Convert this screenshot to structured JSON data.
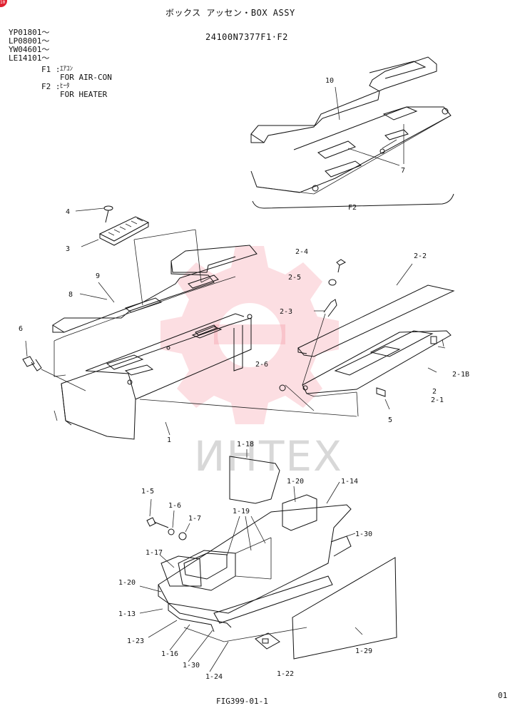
{
  "header": {
    "title": "ボックス アッセン・BOX ASSY",
    "part_number": "24100N7377F1·F2",
    "serials": [
      "YP01801～",
      "LP08001～",
      "YW04601～",
      "LE14101～"
    ],
    "legend": [
      {
        "key": "F1 :",
        "jp": "ｴｱｺﾝ",
        "en": "FOR AIR-CON"
      },
      {
        "key": "F2 :",
        "jp": "ﾋｰﾀ",
        "en": "FOR HEATER"
      }
    ]
  },
  "watermark": "ИНТЕХ",
  "corner_badge": "10",
  "callouts": {
    "c10": "10",
    "c7": "7",
    "cF2": "F2",
    "c4": "4",
    "c3": "3",
    "c9": "9",
    "c8": "8",
    "c6": "6",
    "c1": "1",
    "c2_4": "2-4",
    "c2_5": "2-5",
    "c2_3": "2-3",
    "c2_6": "2-6",
    "c2_2": "2-2",
    "c2_1B": "2-1B",
    "c2": "2",
    "c2_1": "2-1",
    "c5": "5",
    "c1_18": "1-18",
    "c1_5": "1-5",
    "c1_6": "1-6",
    "c1_7": "1-7",
    "c1_20a": "1-20",
    "c1_14": "1-14",
    "c1_19": "1-19",
    "c1_30a": "1-30",
    "c1_17": "1-17",
    "c1_20b": "1-20",
    "c1_13": "1-13",
    "c1_23": "1-23",
    "c1_16": "1-16",
    "c1_30b": "1-30",
    "c1_24": "1-24",
    "c1_22": "1-22",
    "c1_29": "1-29"
  },
  "footer": {
    "figure": "FIG399-01-1",
    "page": "01"
  }
}
